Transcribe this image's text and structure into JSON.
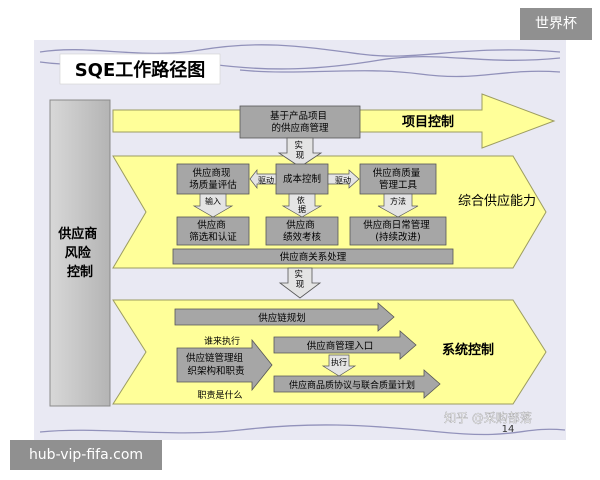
{
  "title": "SQE工作路径图",
  "left_label": [
    "供应商",
    "风险",
    "控制"
  ],
  "bands": {
    "project": "项目控制",
    "integrated": "综合供应能力",
    "system": "系统控制"
  },
  "boxes": {
    "product_based": [
      "基于产品项目",
      "的供应商管理"
    ],
    "market_quality": [
      "供应商现",
      "场质量评估"
    ],
    "cost_control": "成本控制",
    "quality_tools": [
      "供应商质量",
      "管理工具"
    ],
    "screening": [
      "供应商",
      "筛选和认证"
    ],
    "performance": [
      "供应商",
      "绩效考核"
    ],
    "daily_mgmt": [
      "供应商日常管理",
      "(持续改进)"
    ],
    "relationship": "供应商关系处理",
    "supply_chain_planning": "供应链规划",
    "org_structure": [
      "供应链管理组",
      "织架构和职责"
    ],
    "entrance": "供应商管理入口",
    "quality_agreement": "供应商品质协议与联合质量计划"
  },
  "connectors": {
    "realize_top": [
      "实",
      "现"
    ],
    "drive_left": "驱动",
    "drive_right": "驱动",
    "basis": [
      "依",
      "据"
    ],
    "input": "输入",
    "method": "方法",
    "realize_bottom": [
      "实",
      "现"
    ],
    "who_executes": "谁来执行",
    "execute": "执行",
    "what_duties": "职责是什么"
  },
  "page_number": "14",
  "watermarks": {
    "top_right": "世界杯",
    "bottom_left": "hub-vip-fifa.com",
    "zhihu": "知乎 @采购部落"
  },
  "colors": {
    "arrow_fill": "#FFFF99",
    "arrow_stroke": "#9C9C60",
    "box_fill": "#A6A6A6",
    "side_bar": "#C4C4C4",
    "background": "#E9E9F3"
  }
}
